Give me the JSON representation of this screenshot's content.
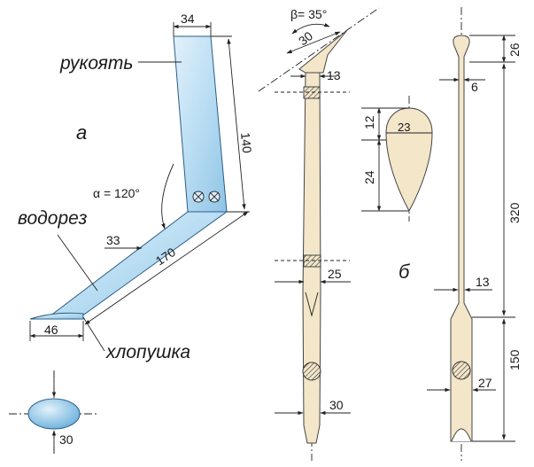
{
  "labels": {
    "handle": "рукоять",
    "water_cutter": "водорез",
    "flapper": "хлопушка",
    "panel_a": "а",
    "panel_b": "б"
  },
  "dimensions": {
    "a_top_width": "34",
    "a_handle_length": "140",
    "a_angle": "α = 120°",
    "a_blade_width": "33",
    "a_blade_length": "170",
    "a_flapper_width": "46",
    "a_section": "30",
    "b1_angle": "β= 35°",
    "b1_tip": "30",
    "b1_neck": "13",
    "b1_mid": "25",
    "b1_bottom": "30",
    "b2_knob": "26",
    "b2_neck": "6",
    "b2_length_upper": "320",
    "b2_mid": "13",
    "b2_length_lower": "150",
    "b2_bottom": "27",
    "drop_height_top": "12",
    "drop_width": "23",
    "drop_height_bottom": "24"
  },
  "colors": {
    "metal_light": "#e2f1fb",
    "metal_dark": "#8fc4e6",
    "wood": "#f3e6c9"
  }
}
